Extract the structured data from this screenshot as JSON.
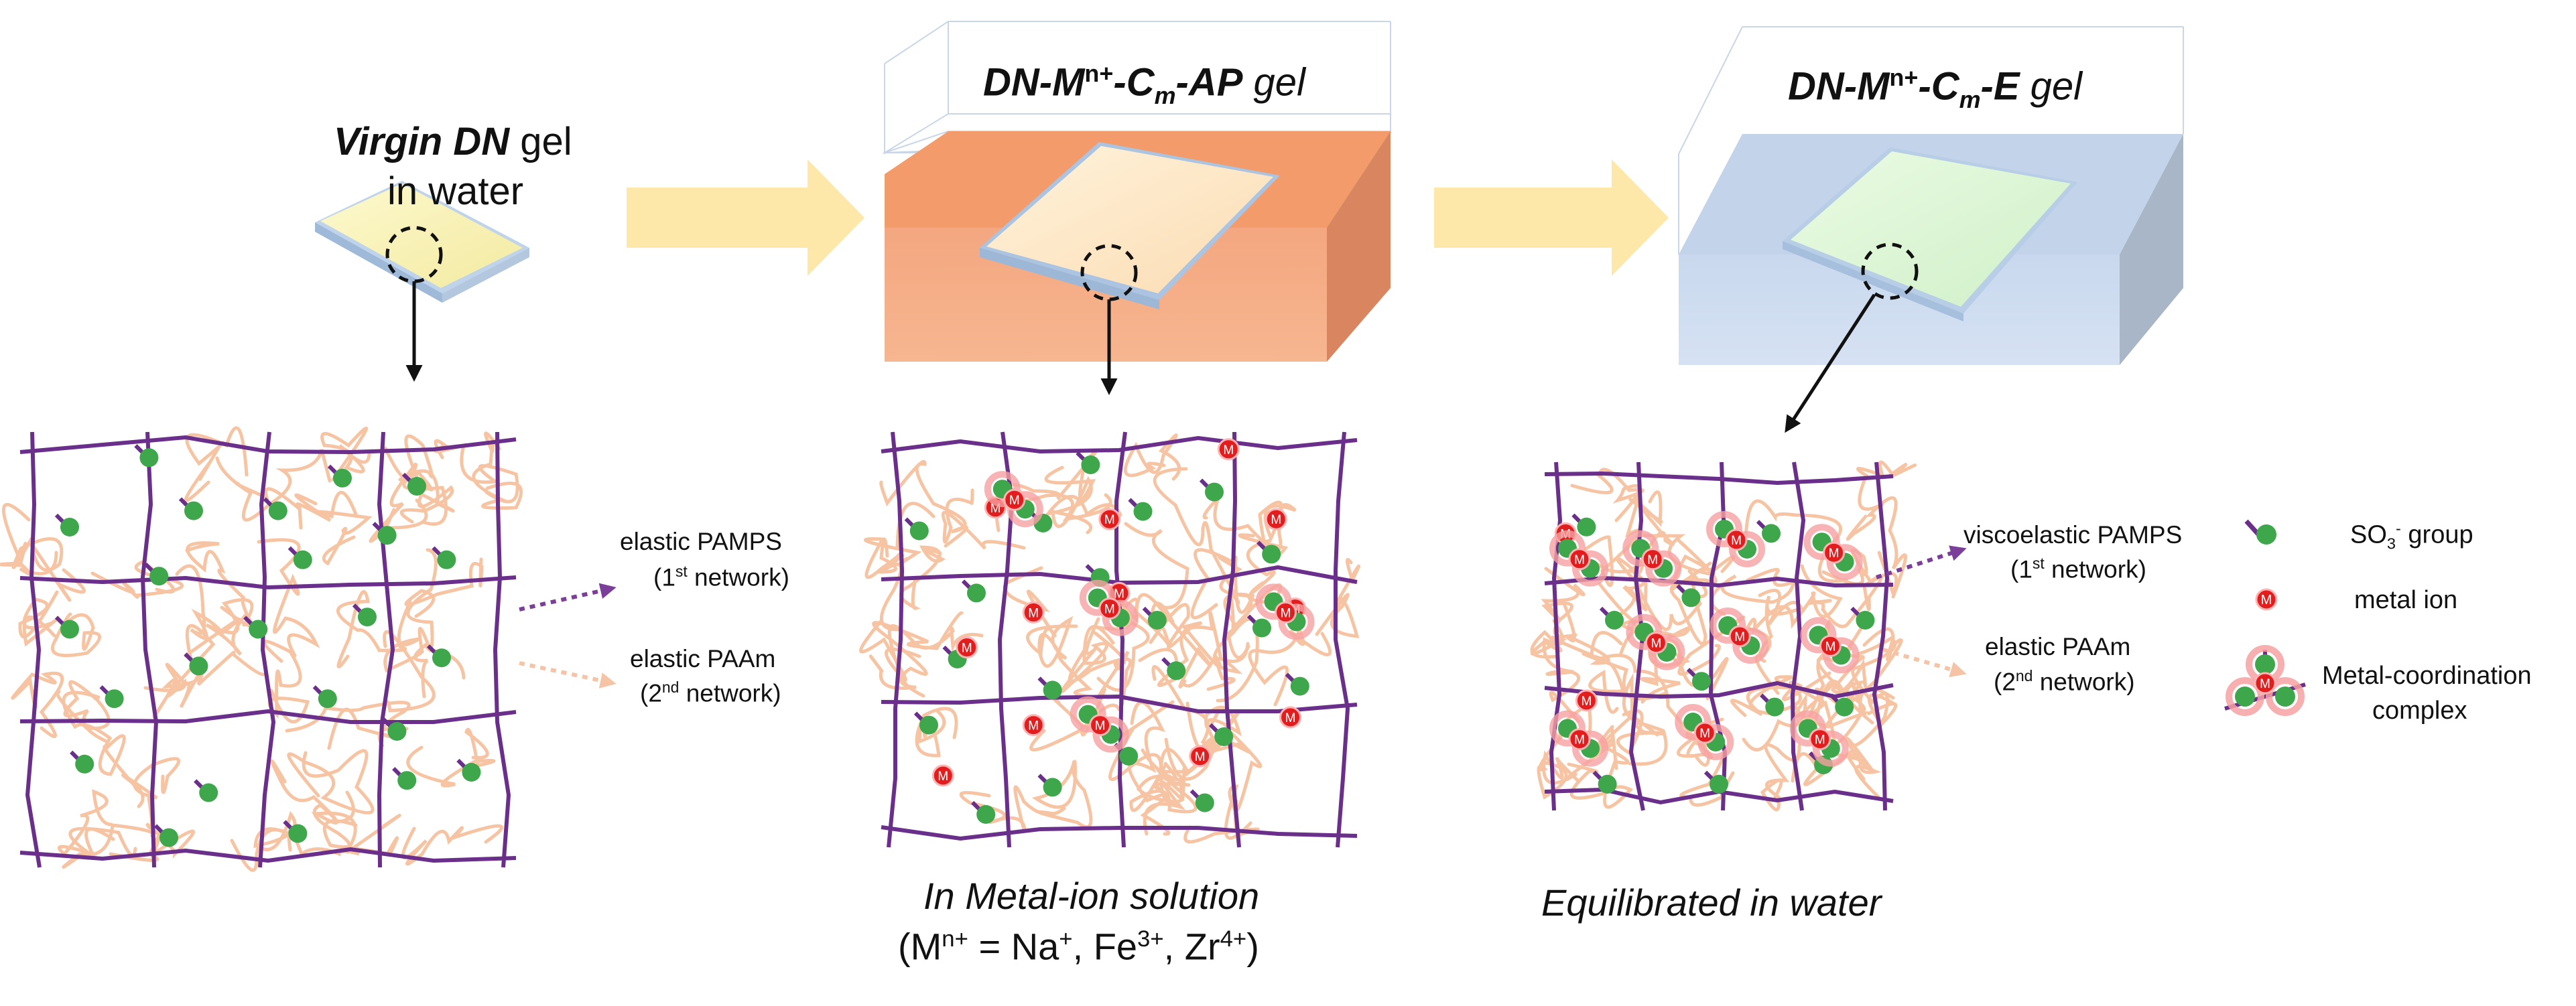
{
  "stage1": {
    "title_em": "Virgin DN",
    "title_rest": " gel",
    "title_line2": "in water",
    "network_1": {
      "line1": "elastic PAMPS",
      "line2_pre": "(1",
      "line2_sup": "st",
      "line2_post": " network)"
    },
    "network_2": {
      "line1": "elastic PAAm",
      "line2_pre": "(2",
      "line2_sup": "nd",
      "line2_post": "  network)"
    }
  },
  "stage2": {
    "title": {
      "a": "DN-M",
      "sup": "n+",
      "b": "-C",
      "sub": "m",
      "c": "-AP",
      "d": " gel"
    },
    "caption_line1": "In Metal-ion solution",
    "caption_line2": {
      "a": "(M",
      "a_sup": "n+",
      "b": " = Na",
      "b_sup": "+",
      "c": ", Fe",
      "c_sup": "3+",
      "d": ", Zr",
      "d_sup": "4+",
      "e": ")"
    }
  },
  "stage3": {
    "title": {
      "a": "DN-M",
      "sup": "n+",
      "b": "-C",
      "sub": "m",
      "c": "-E",
      "d": " gel"
    },
    "caption": "Equilibrated in water",
    "network_1": {
      "line1": "viscoelastic PAMPS",
      "line2_pre": "(1",
      "line2_sup": "st",
      "line2_post": " network)"
    },
    "network_2": {
      "line1": "elastic PAAm",
      "line2_pre": "(2",
      "line2_sup": "nd",
      "line2_post": "  network)"
    }
  },
  "legend": {
    "so3_pre": "SO",
    "so3_sub": "3",
    "so3_sup": "-",
    "so3_post": " group",
    "metal_ion": "metal ion",
    "complex_line1": "Metal-coordination",
    "complex_line2": "complex",
    "metal_symbol": "M"
  },
  "colors": {
    "chain_purple": "#6a2f8a",
    "coil_orange": "#f7c4a3",
    "so3_green": "#3ea64b",
    "metal_red": "#e31d1d",
    "arrow_yellow": "#fde6a6",
    "box_orange": "#f4a97e",
    "box_blue": "#cfdcef",
    "gel_yellow": "#f9f2bd",
    "gel_cream": "#fde6c4",
    "gel_green": "#dcf5d2"
  }
}
